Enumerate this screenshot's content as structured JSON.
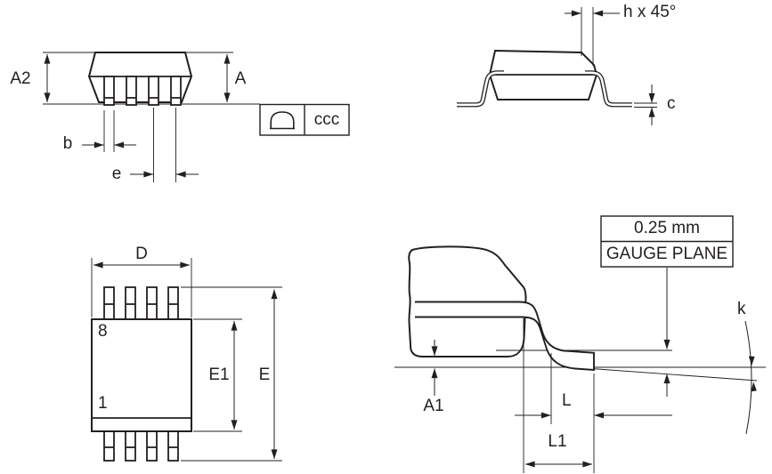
{
  "drawing": {
    "type": "IC package mechanical outline drawing (8-lead SOIC/MSOP), 4 views",
    "colors": {
      "line": "#231f20",
      "text": "#231f20",
      "background": "#ffffff"
    },
    "side_view": {
      "a2": "A2",
      "a": "A",
      "b": "b",
      "e": "e",
      "flatness_callout": "ccc"
    },
    "end_view": {
      "chamfer": "h x 45°",
      "lead_thickness": "c"
    },
    "top_view": {
      "d": "D",
      "e1": "E1",
      "e": "E",
      "pin_top": "8",
      "pin_bottom": "1"
    },
    "lead_detail_view": {
      "gauge_offset": "0.25 mm",
      "gauge_plane": "GAUGE PLANE",
      "a1": "A1",
      "l": "L",
      "l1": "L1",
      "k": "k"
    }
  }
}
